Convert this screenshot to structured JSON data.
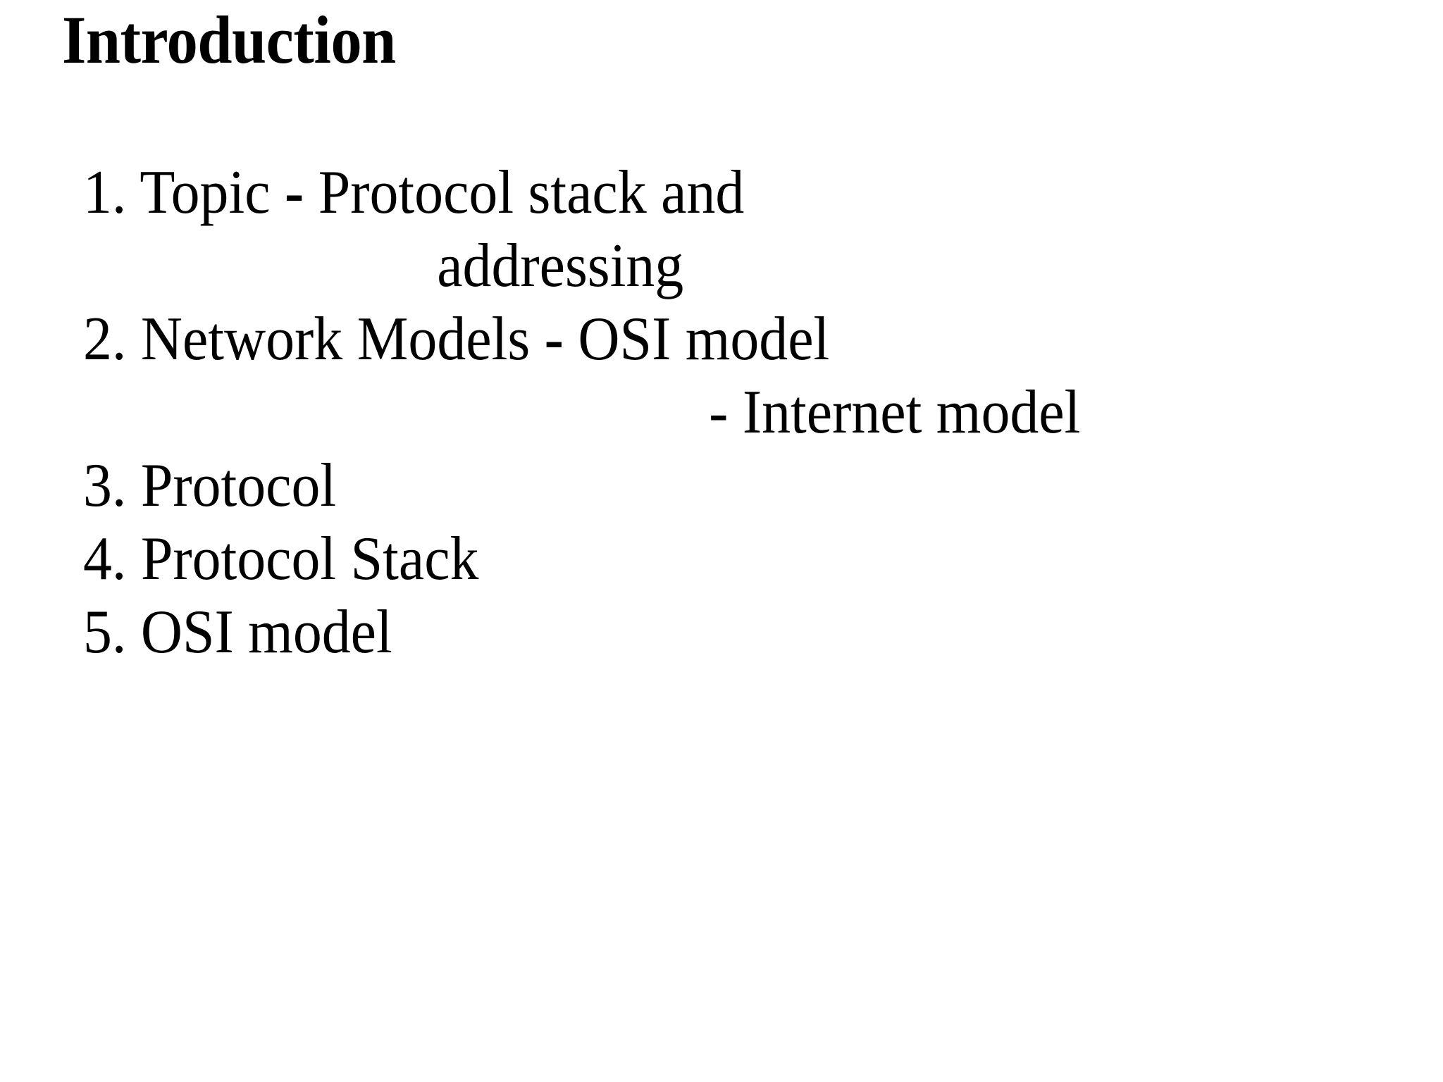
{
  "slide": {
    "title": "Introduction",
    "background_color": "#ffffff",
    "text_color": "#000000",
    "lines": [
      {
        "id": "topic-line",
        "text": "1. Topic ",
        "dash": "-",
        "tail": " Protocol stack and",
        "indent": "none"
      },
      {
        "id": "addressing-line",
        "text": "addressing",
        "indent": "addressing"
      },
      {
        "id": "network-models",
        "text": "2. Network Models ",
        "dash": "-",
        "tail": " OSI model",
        "indent": "none"
      },
      {
        "id": "internet-model",
        "text": "- Internet model",
        "indent": "internet"
      },
      {
        "id": "protocol",
        "text": "3. Protocol",
        "indent": "none"
      },
      {
        "id": "protocol-stack",
        "text": "4. Protocol Stack",
        "indent": "none"
      },
      {
        "id": "osi-model",
        "text": "5. OSI model",
        "indent": "none"
      }
    ],
    "items": {
      "item1_number": "1.",
      "item1_label": "Topic",
      "item1_separator": "-",
      "item1_value": "Protocol stack and",
      "item1_continuation": "addressing",
      "item2_number": "2.",
      "item2_label": "Network Models",
      "item2_separator": "-",
      "item2_value": "OSI model",
      "item2_continuation": "- Internet model",
      "item3_number": "3.",
      "item3_label": "Protocol",
      "item4_number": "4.",
      "item4_label": "Protocol Stack",
      "item5_number": "5.",
      "item5_label": "OSI model"
    }
  }
}
